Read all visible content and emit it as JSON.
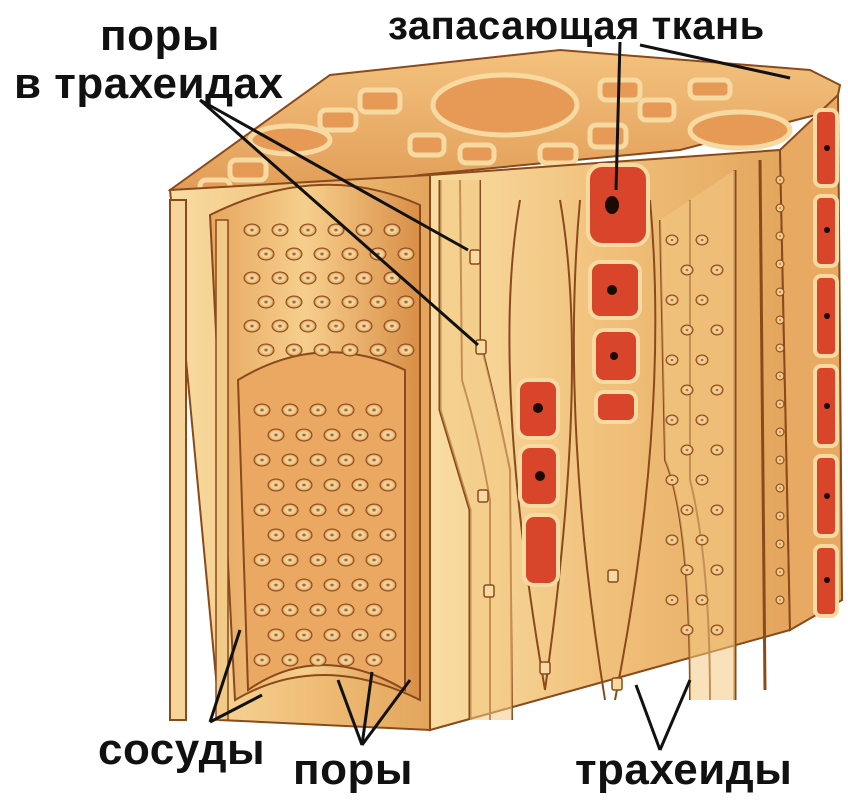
{
  "labels": {
    "pores_in_tracheids_line1": "поры",
    "pores_in_tracheids_line2": "в трахеидах",
    "storage_tissue": "запасающая ткань",
    "vessels": "сосуды",
    "pores": "поры",
    "tracheids": "трахеиды"
  },
  "colors": {
    "wall_light": "#f7d79a",
    "wall_mid": "#eab06a",
    "wall_dark": "#c9803f",
    "storage_cell": "#d9452a",
    "storage_cell_dark": "#a82a16",
    "outline": "#8a4a1c",
    "label_text": "#111111"
  }
}
